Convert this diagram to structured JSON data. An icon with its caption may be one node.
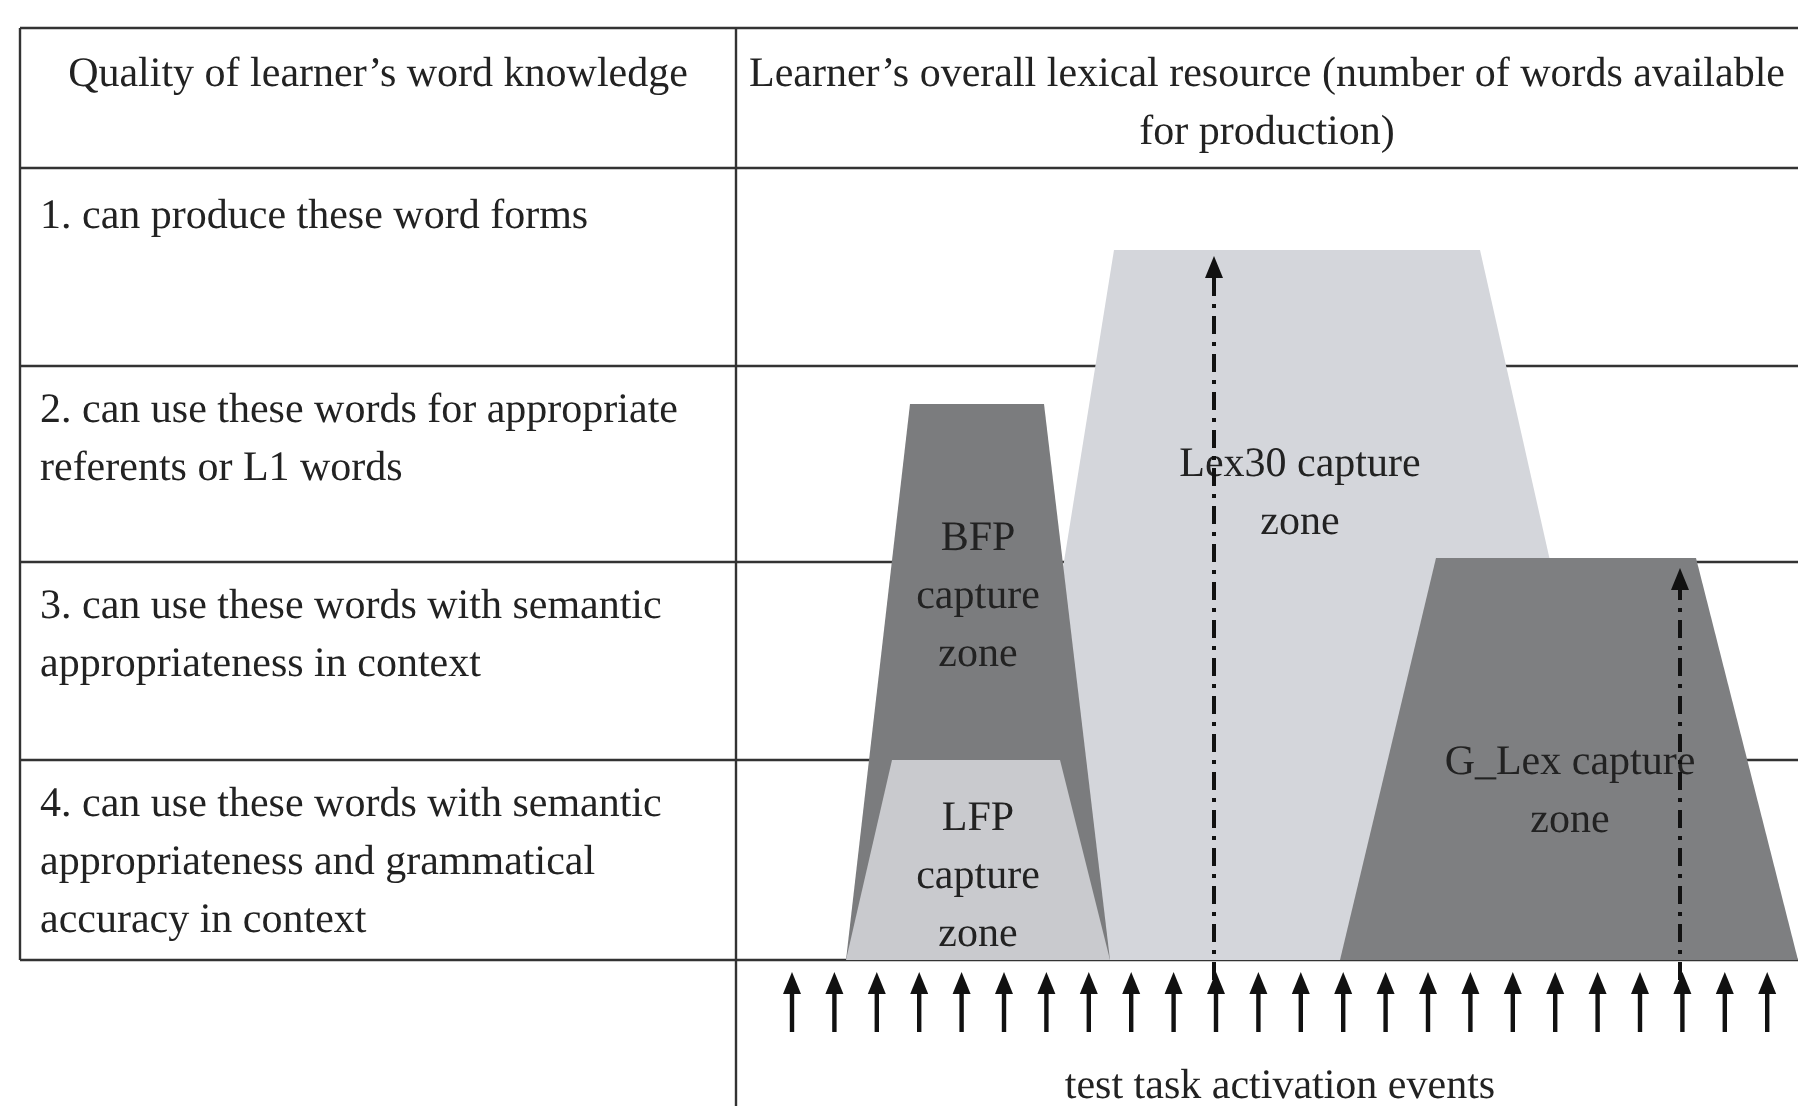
{
  "diagram": {
    "nodes": [
      {
        "text": [
          "Lex30 capture zone"
        ]
      },
      {
        "text": [
          "BFP capture zone"
        ]
      },
      {
        "text": [
          "LFP capture zone"
        ],
        "in": 1
      },
      {
        "text": [
          "G_Lex capture zone"
        ]
      }
    ],
    "labels": [
      "Quality of learner’s word knowledge",
      "Learner’s overall lexical resource (number of words available for production)",
      "1. can produce these word forms",
      "2. can use these words for appropriate referents or L1 words",
      "3. can use these words with semantic appropriateness in context",
      "4. can use these words with semantic appropriateness and grammatical accuracy in context",
      "test task activation events"
    ]
  }
}
